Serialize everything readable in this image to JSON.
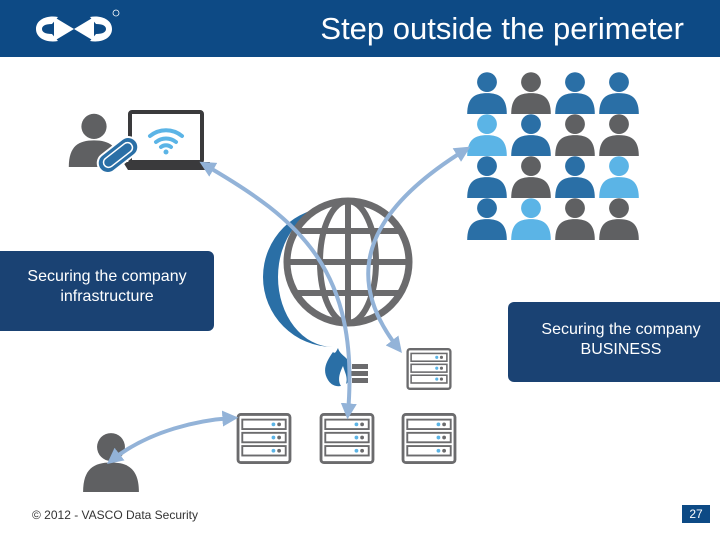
{
  "slide": {
    "title": "Step outside the perimeter",
    "left_callout": {
      "line1": "Securing the company",
      "line2": "infrastructure"
    },
    "right_callout": {
      "line1": "Securing the company",
      "line2": "BUSINESS"
    },
    "footer": {
      "copyright": "© 2012 - VASCO Data Security",
      "page_number": "27"
    }
  },
  "colors": {
    "header_bg": "#0d4a85",
    "callout_bg": "#1a4273",
    "person_gray": "#5f6062",
    "person_blue": "#2a6fa6",
    "person_light_blue": "#5bb4e6",
    "arrow": "#93b3d8"
  },
  "icons": [
    "vasco-logo-icon",
    "person-icon",
    "laptop-icon",
    "wifi-icon",
    "token-icon",
    "globe-icon",
    "firewall-icon",
    "server-icon"
  ]
}
